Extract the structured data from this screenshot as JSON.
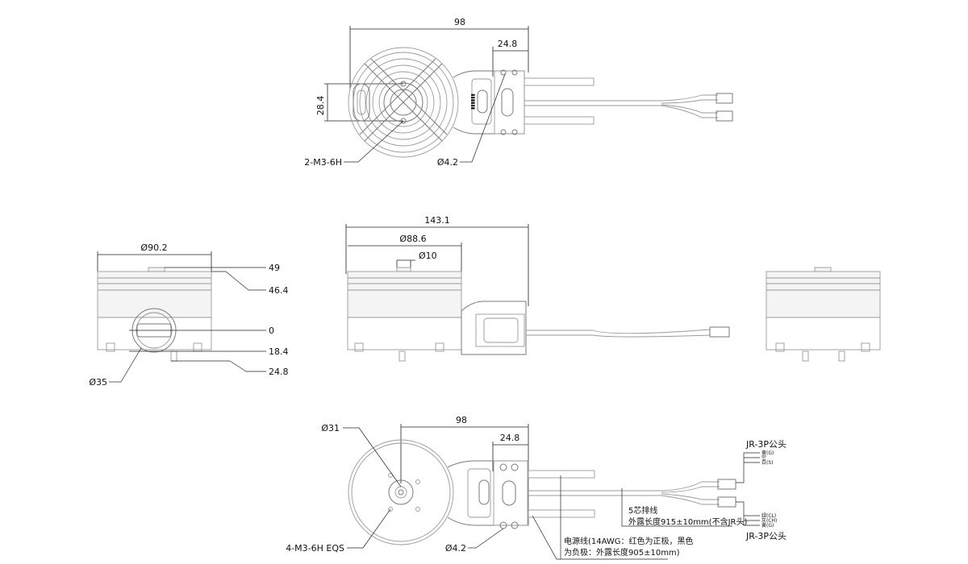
{
  "top_view": {
    "dim_width": "98",
    "dim_mount": "24.8",
    "dim_hole_spacing": "28.4",
    "label_thread": "2-M3-6H",
    "label_hole": "Ø4.2"
  },
  "front_view": {
    "dim_total": "143.1",
    "dim_body": "Ø88.6",
    "dim_shaft": "Ø10"
  },
  "side_view": {
    "dim_dia": "Ø90.2",
    "h_49": "49",
    "h_464": "46.4",
    "h_0": "0",
    "h_184": "18.4",
    "h_248": "24.8",
    "dim_tube": "Ø35"
  },
  "bottom_view": {
    "dim_width": "98",
    "dim_mount": "24.8",
    "dim_center": "Ø31",
    "label_thread": "4-M3-6H EQS",
    "label_hole": "Ø4.2",
    "cable_label_1": "5芯排线",
    "cable_label_2": "外露长度915±10mm(不含JR头)",
    "power_label_1": "电源线(14AWG：红色为正极，黑色",
    "power_label_2": "为负极：外露长度905±10mm)",
    "jr_top": "JR-3P公头",
    "jr_bottom": "JR-3P公头",
    "pin_top": [
      "黄(G)",
      "空",
      "白(S)"
    ],
    "pin_bottom": [
      "绿(CL)",
      "灰(CH)",
      "黄(G)"
    ]
  }
}
